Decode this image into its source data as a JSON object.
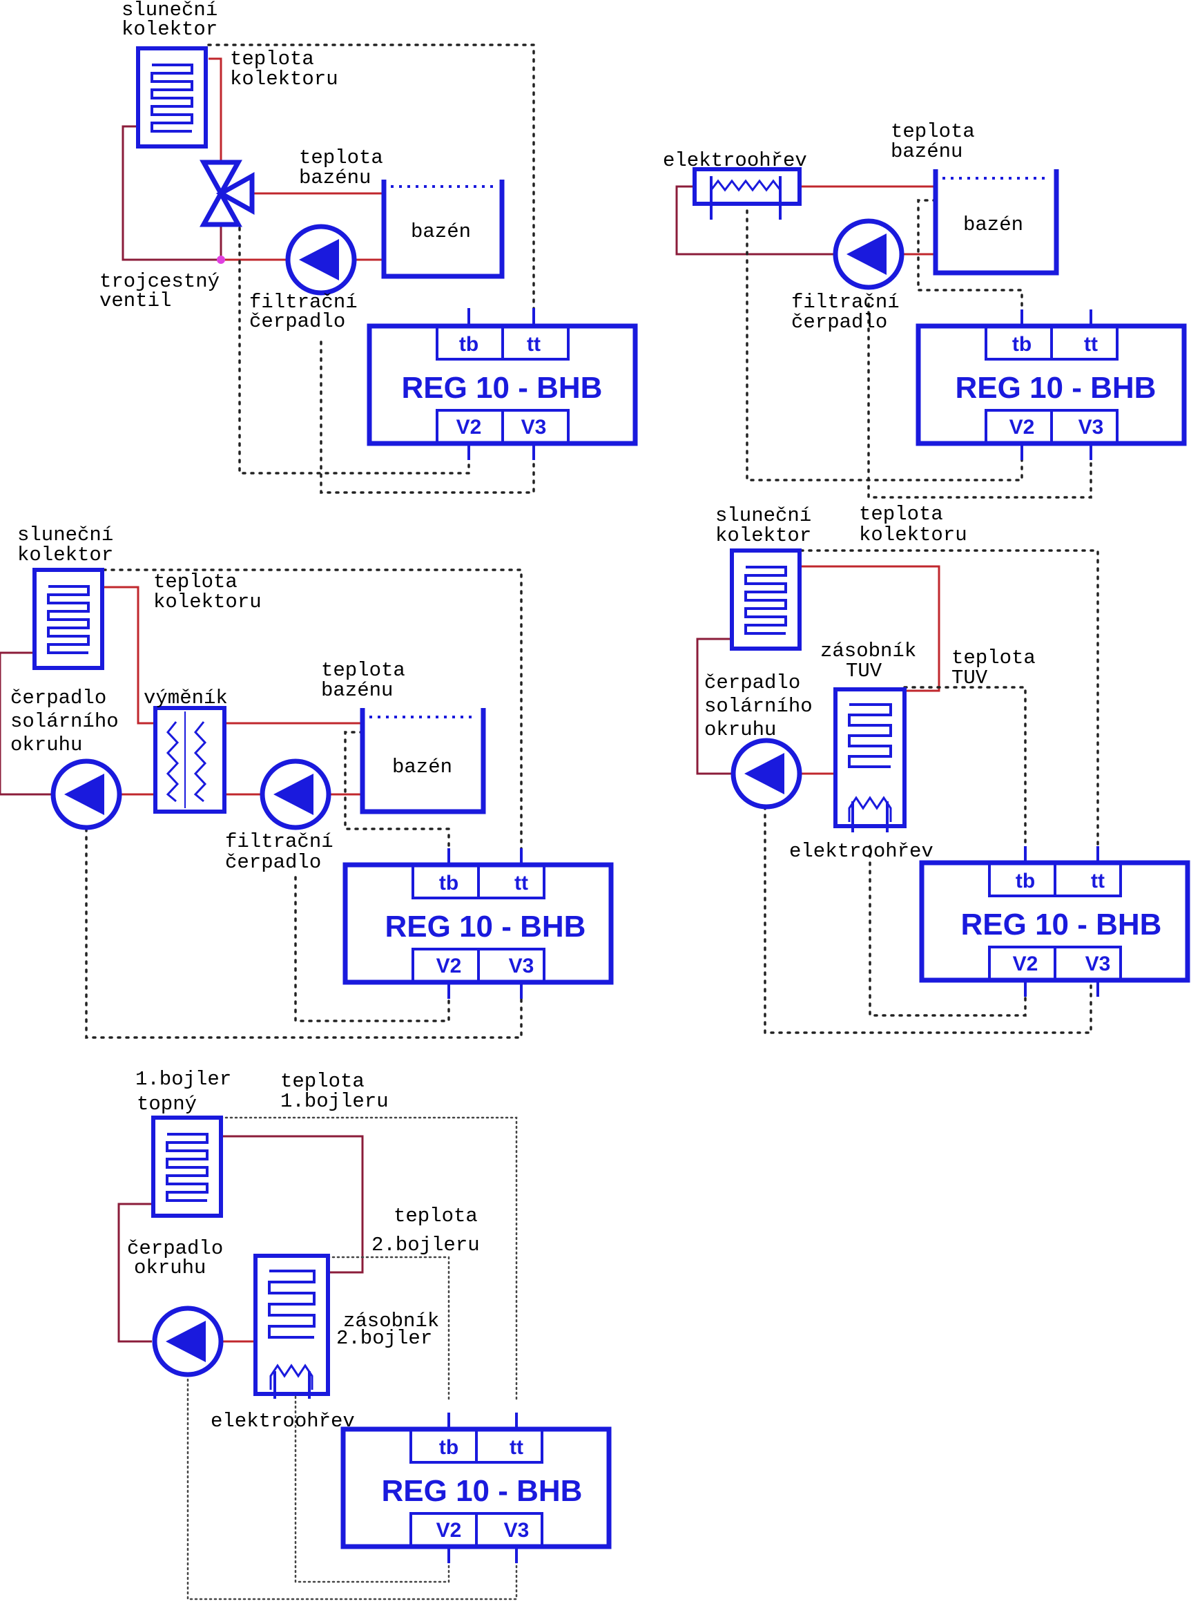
{
  "labels": {
    "solar_collector": [
      "sluneční",
      "kolektor"
    ],
    "collector_temp": [
      "teplota",
      "kolektoru"
    ],
    "pool_temp": [
      "teplota",
      "bazénu"
    ],
    "pool": "bazén",
    "three_way_valve": [
      "trojcestný",
      "ventil"
    ],
    "filter_pump": [
      "filtrační",
      "čerpadlo"
    ],
    "electric_heater": "elektroohřev",
    "solar_pump": [
      "čerpadlo",
      "solárního",
      "okruhu"
    ],
    "exchanger": "výměník",
    "tank_tuv": [
      "zásobník",
      "TUV"
    ],
    "tuv_temp": [
      "teplota",
      "TUV"
    ],
    "electric_heating": "elektroohřev",
    "boiler1": [
      "1.bojler",
      "topný"
    ],
    "boiler1_temp": [
      "teplota",
      "1.bojleru"
    ],
    "boiler2_temp": [
      "teplota",
      "2.bojleru"
    ],
    "circuit_pump": [
      "čerpadlo",
      "okruhu"
    ],
    "tank_boiler2": [
      "zásobník",
      "2.bojler"
    ],
    "electric_heating2": "elektroohřev"
  },
  "controller": {
    "title": "REG 10 - BHB",
    "ports_top": [
      "tb",
      "tt"
    ],
    "ports_bottom": [
      "V2",
      "V3"
    ]
  },
  "colors": {
    "component": "#1a1add",
    "pipe": "#c0272d",
    "pipe_return": "#8b1c3a",
    "wire": "#222222"
  }
}
